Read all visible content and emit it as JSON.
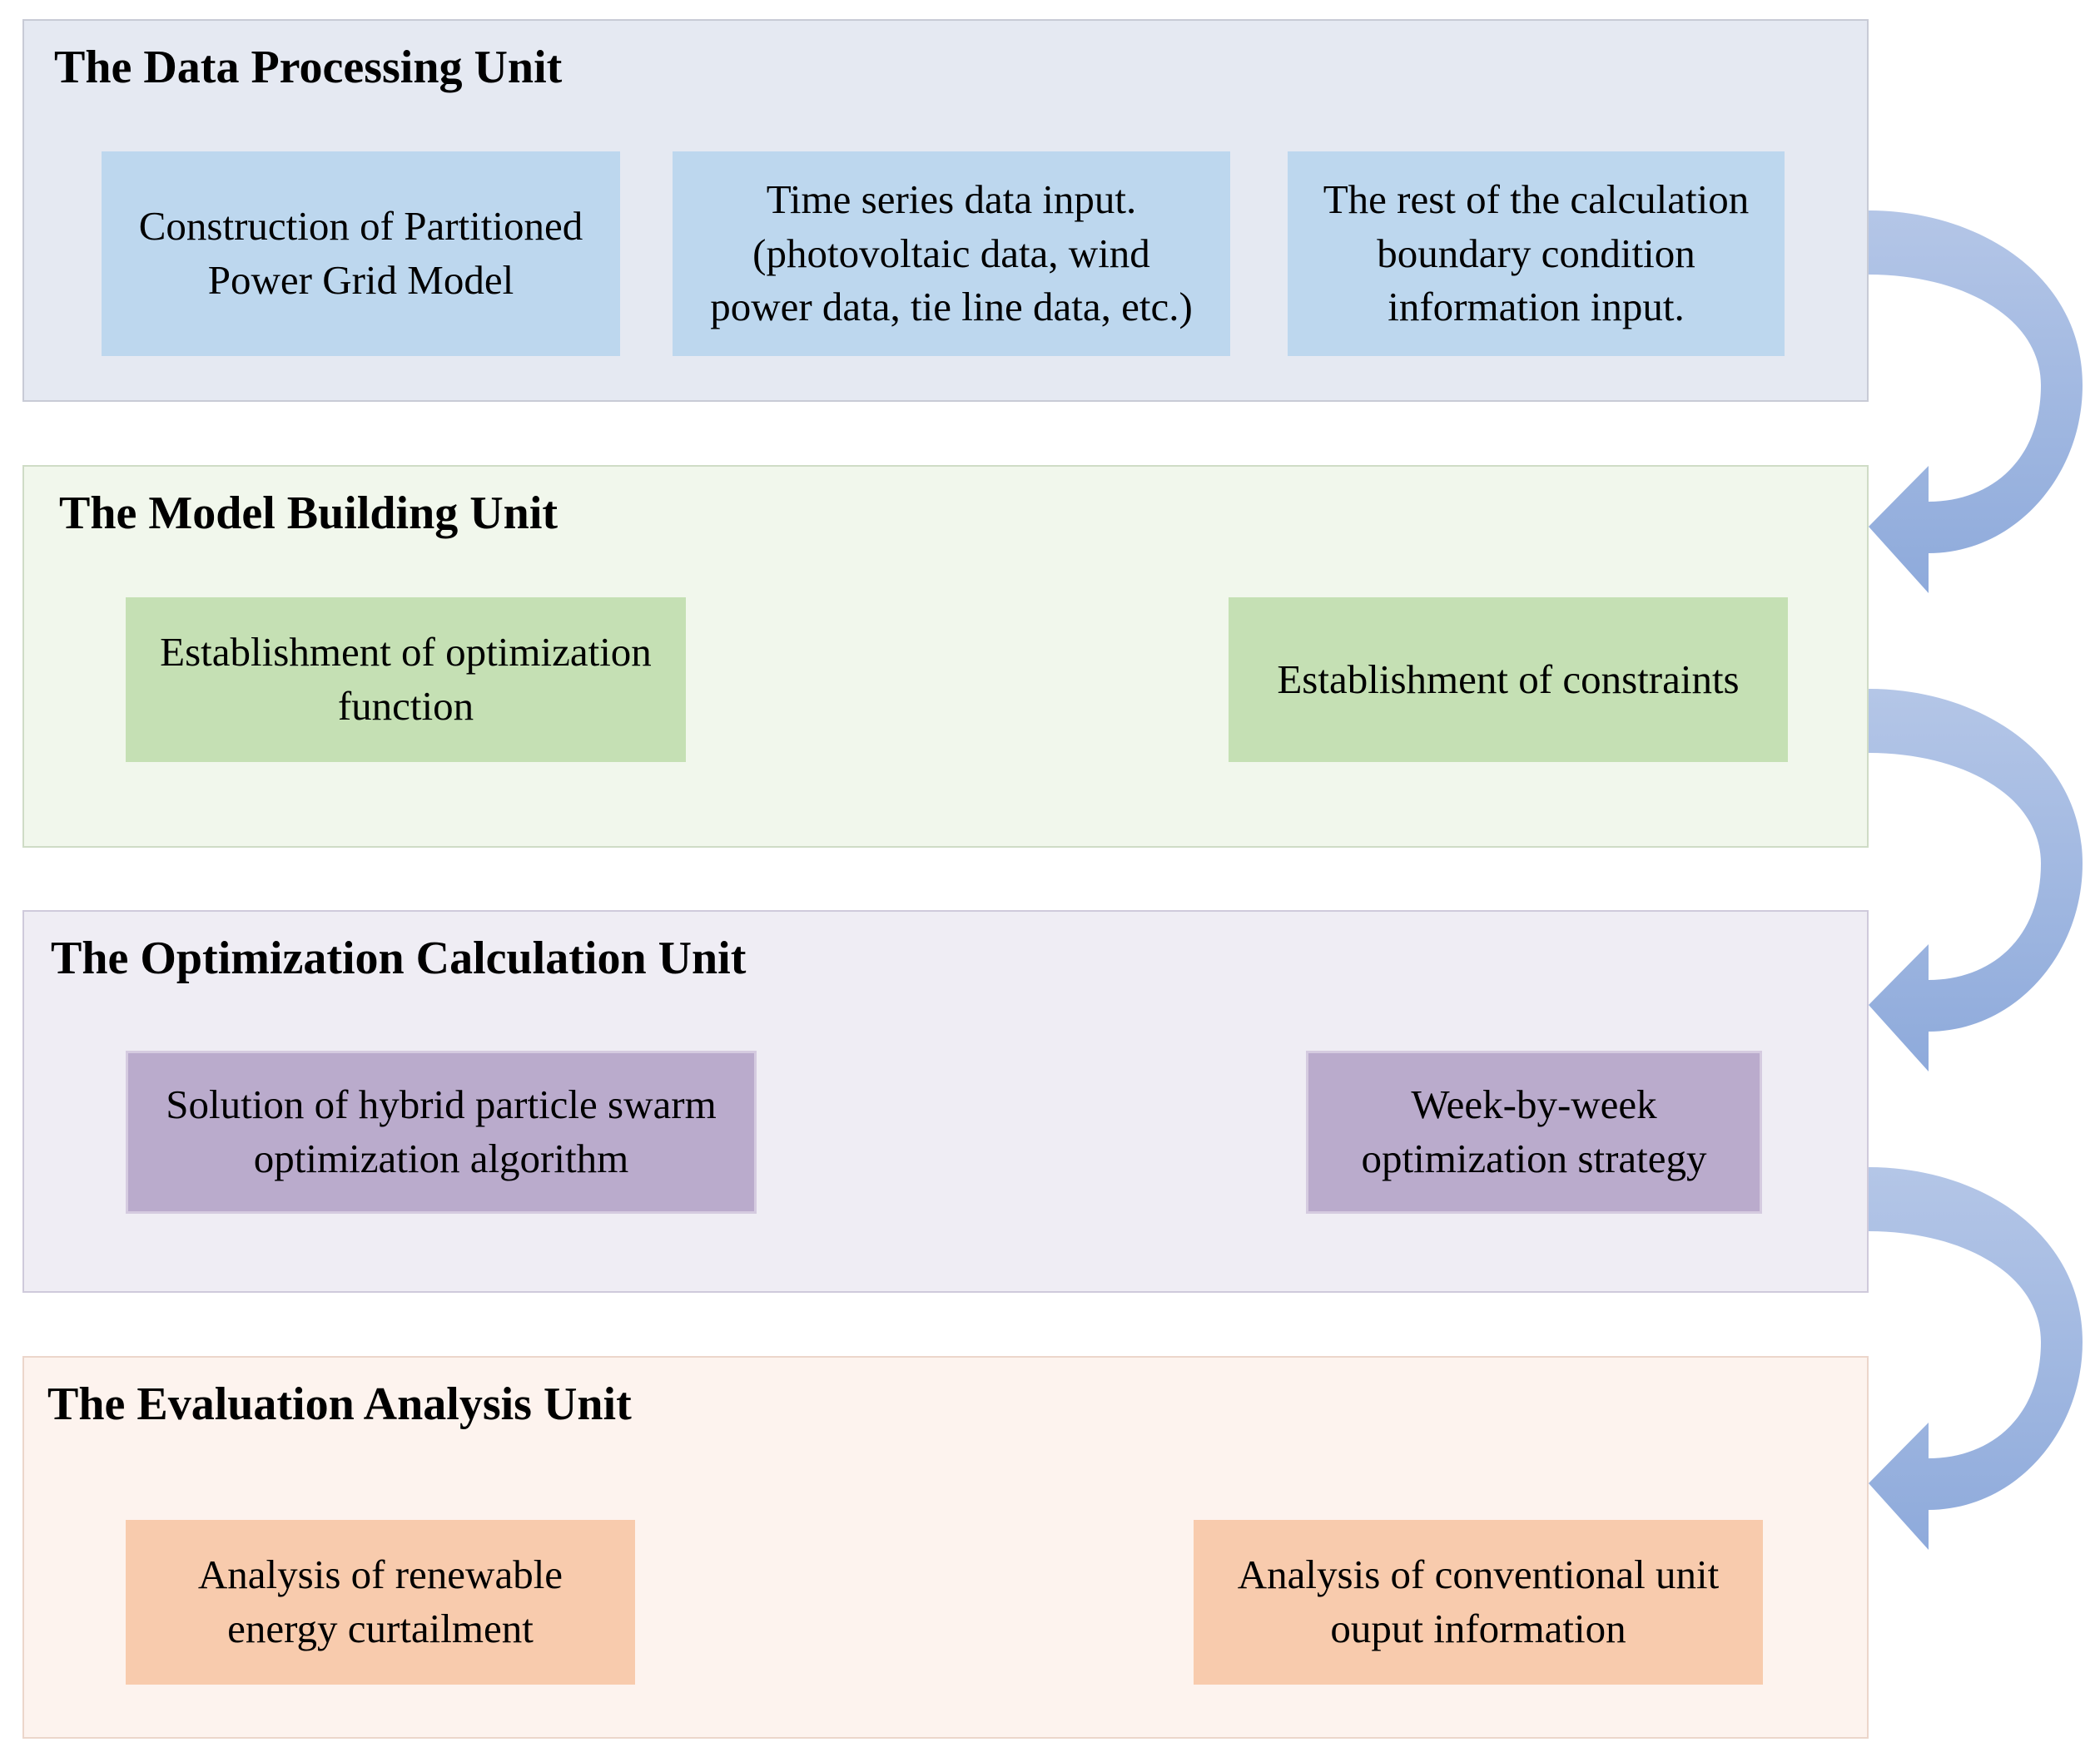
{
  "units": [
    {
      "title": "The Data Processing Unit",
      "boxes": [
        {
          "lines": [
            "Construction of Partitioned",
            "Power Grid Model"
          ]
        },
        {
          "lines": [
            "Time series data input.",
            "(photovoltaic data, wind",
            "power data, tie line data, etc.)"
          ]
        },
        {
          "lines": [
            "The rest of the calculation",
            "boundary condition",
            "information input."
          ]
        }
      ]
    },
    {
      "title": "The Model Building Unit",
      "boxes": [
        {
          "lines": [
            "Establishment of optimization",
            "function"
          ]
        },
        {
          "lines": [
            "Establishment of constraints"
          ]
        }
      ]
    },
    {
      "title": "The Optimization Calculation Unit",
      "boxes": [
        {
          "lines": [
            "Solution of hybrid particle swarm",
            "optimization algorithm"
          ]
        },
        {
          "lines": [
            "Week-by-week",
            "optimization strategy"
          ]
        }
      ]
    },
    {
      "title": "The Evaluation Analysis Unit",
      "boxes": [
        {
          "lines": [
            "Analysis of renewable",
            "energy curtailment"
          ]
        },
        {
          "lines": [
            "Analysis of conventional unit",
            "ouput information"
          ]
        }
      ]
    }
  ],
  "colors": {
    "arrow_light": "#b4c6e7",
    "arrow_dark": "#8eaadb"
  }
}
